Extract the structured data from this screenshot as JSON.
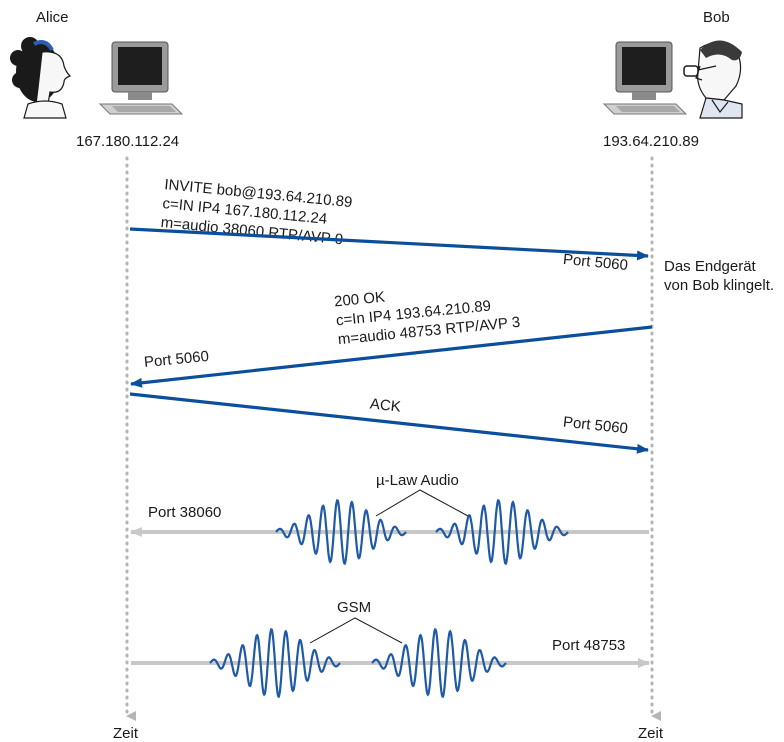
{
  "alice": {
    "name": "Alice",
    "ip": "167.180.112.24"
  },
  "bob": {
    "name": "Bob",
    "ip": "193.64.210.89"
  },
  "timeline": {
    "left_label": "Zeit",
    "right_label": "Zeit"
  },
  "invite": {
    "line1": "INVITE bob@193.64.210.89",
    "line2": "c=IN IP4 167.180.112.24",
    "line3": "m=audio 38060 RTP/AVP 0",
    "port": "Port 5060"
  },
  "ringing_note": {
    "line1": "Das Endgerät",
    "line2": "von Bob klingelt."
  },
  "ok": {
    "line1": "200 OK",
    "line2": "c=In IP4 193.64.210.89",
    "line3": "m=audio 48753 RTP/AVP 3",
    "port": "Port 5060"
  },
  "ack": {
    "label": "ACK",
    "port": "Port 5060"
  },
  "mulaw": {
    "label": "µ-Law Audio",
    "port": "Port 38060"
  },
  "gsm": {
    "label": "GSM",
    "port": "Port 48753"
  },
  "colors": {
    "signal": "#0b4f9c",
    "media": "#c8c8c8",
    "wave": "#1f5aa6",
    "timeline": "#b5b5b5"
  }
}
